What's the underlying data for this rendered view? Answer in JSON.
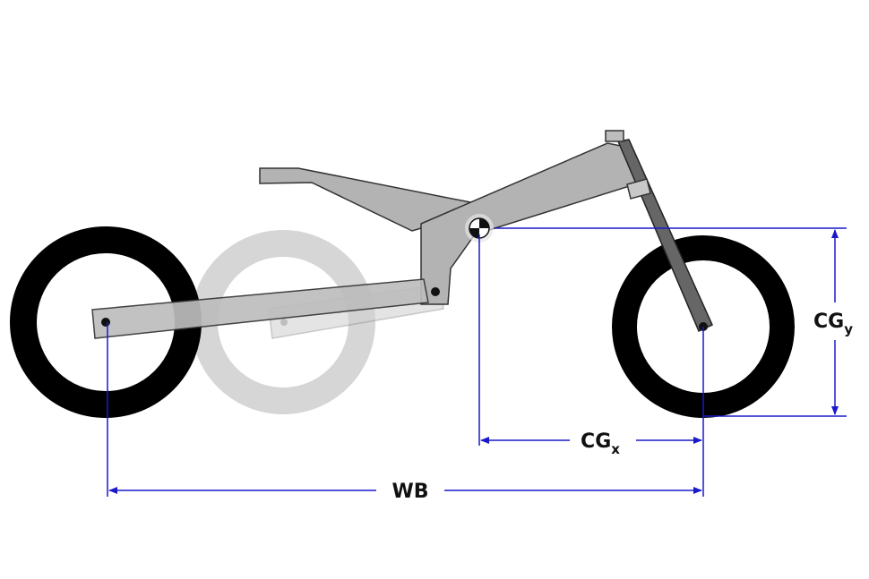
{
  "labels": {
    "wheelbase": "WB",
    "cg_x_main": "CG",
    "cg_x_sub": "x",
    "cg_y_main": "CG",
    "cg_y_sub": "y"
  },
  "colors": {
    "frame_fill": "#b3b3b3",
    "frame_stroke": "#333333",
    "tire": "#000000",
    "ghost_tire": "#d6d6d6",
    "dimension_line": "#1a1acc",
    "fork": "#666666"
  }
}
